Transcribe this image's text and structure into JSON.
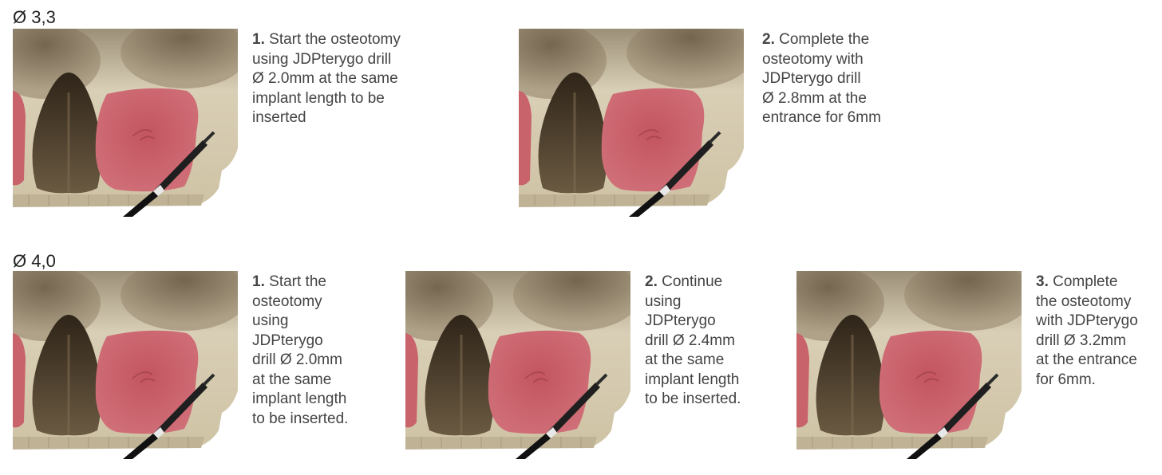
{
  "sections": [
    {
      "title": "Ø 3,3",
      "steps": [
        {
          "number": "1.",
          "text": "Start the osteotomy\nusing JDPterygo drill\nØ 2.0mm at the same\nimplant length to be\ninserted"
        },
        {
          "number": "2.",
          "text": "Complete the\nosteotomy with\nJDPterygo drill\nØ 2.8mm at the\nentrance for 6mm"
        }
      ]
    },
    {
      "title": "Ø 4,0",
      "steps": [
        {
          "number": "1.",
          "text": "Start the\nosteotomy\nusing\nJDPterygo\ndrill Ø 2.0mm\nat the same\nimplant length\nto be inserted."
        },
        {
          "number": "2.",
          "text": "Continue\nusing\nJDPterygo\ndrill Ø 2.4mm\nat the same\nimplant length\nto be inserted."
        },
        {
          "number": "3.",
          "text": "Complete\nthe osteotomy\nwith JDPterygo\ndrill Ø 3.2mm\nat the entrance\nfor 6mm."
        }
      ]
    }
  ],
  "colors": {
    "bone": "#d8cdb2",
    "sinus_red": "#c9606a",
    "cavity_dark": "#4a3a2a",
    "drill": "#1a1a1a"
  },
  "illustration": "skull-maxilla-drill-illustration"
}
